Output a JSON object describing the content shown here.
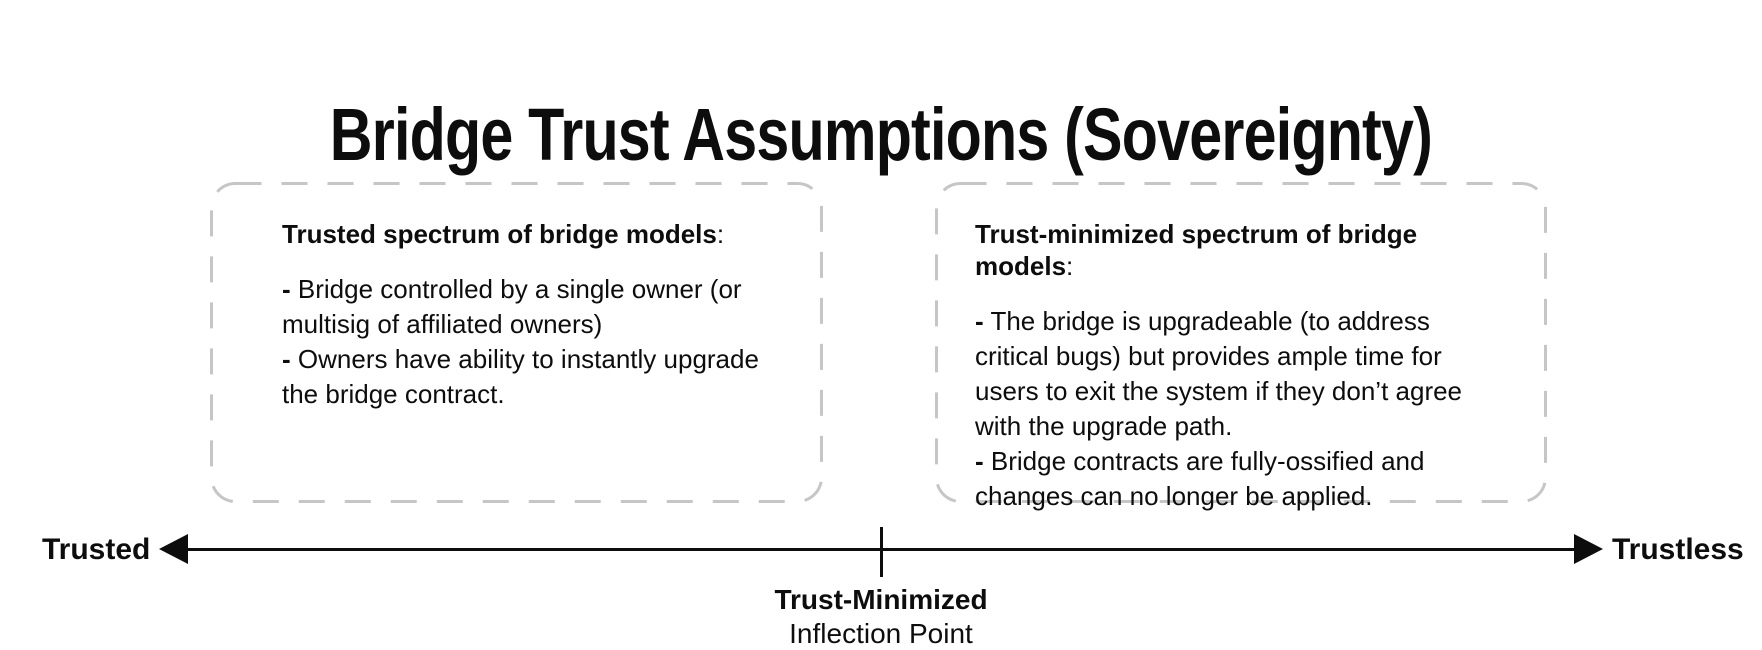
{
  "title": "Bridge Trust Assumptions (Sovereignty)",
  "boxes": {
    "trusted": {
      "heading": "Trusted spectrum of bridge models",
      "heading_suffix": ":",
      "bullet_prefix": "-",
      "items": [
        "Bridge controlled by a single owner (or multisig of affiliated owners)",
        "Owners have ability to instantly upgrade the bridge contract."
      ]
    },
    "trust_minimized": {
      "heading": "Trust-minimized spectrum of bridge models",
      "heading_suffix": ":",
      "bullet_prefix": "-",
      "items": [
        "The bridge is upgradeable (to address critical bugs) but provides ample time for users to exit the system if they don’t agree with the upgrade path.",
        "Bridge contracts are fully-ossified and changes can no longer be applied."
      ]
    }
  },
  "axis": {
    "left_label": "Trusted",
    "right_label": "Trustless",
    "midpoint_label_line1": "Trust-Minimized",
    "midpoint_label_line2": "Inflection Point"
  },
  "colors": {
    "text": "#0d0d0d",
    "dashed_border": "#c6c6c6",
    "axis": "#0d0d0d"
  }
}
